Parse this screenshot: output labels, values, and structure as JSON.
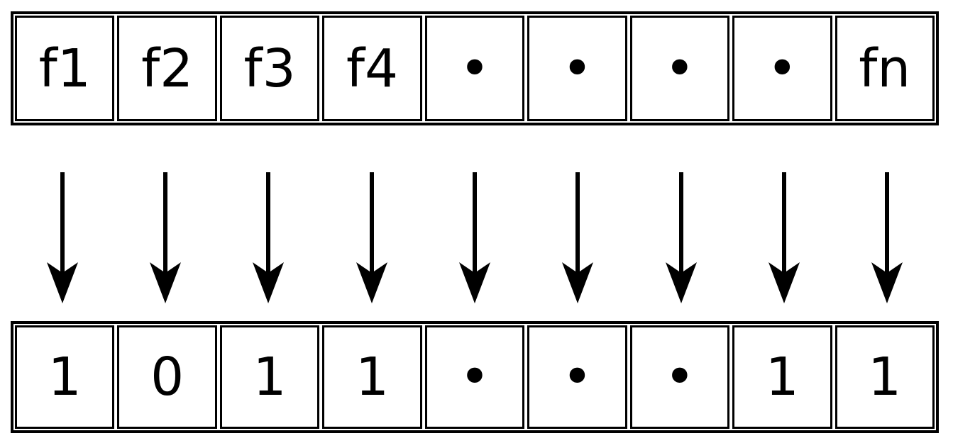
{
  "diagram": {
    "top_row": {
      "cells": [
        "f1",
        "f2",
        "f3",
        "f4",
        "•",
        "•",
        "•",
        "•",
        "fn"
      ]
    },
    "bottom_row": {
      "cells": [
        "1",
        "0",
        "1",
        "1",
        "•",
        "•",
        "•",
        "1",
        "1"
      ]
    },
    "arrows": {
      "count": 9,
      "direction": "down"
    },
    "colors": {
      "line": "#000000",
      "background": "#ffffff",
      "text": "#000000"
    }
  }
}
